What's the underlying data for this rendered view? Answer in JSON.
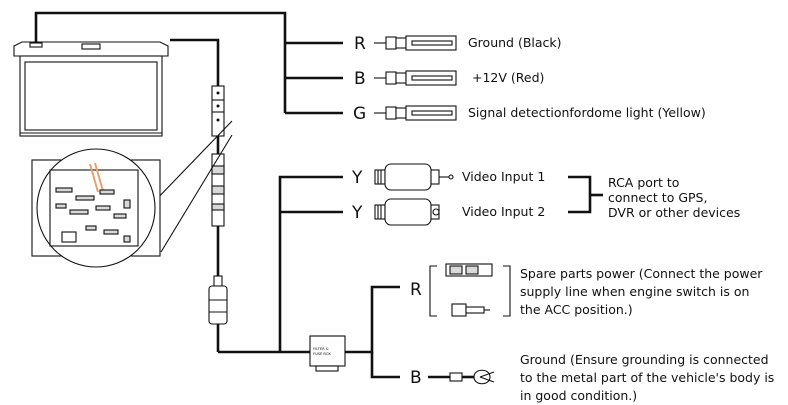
{
  "wires": [
    {
      "letter": "R",
      "label": "Ground (Black)"
    },
    {
      "letter": "B",
      "label": "+12V   (Red)"
    },
    {
      "letter": "G",
      "label": "Signal detectionfordome light (Yellow)"
    }
  ],
  "video": [
    {
      "letter": "Y",
      "label": "Video Input 1"
    },
    {
      "letter": "Y",
      "label": "Video Input 2"
    }
  ],
  "rca_note": [
    "RCA port to",
    "connect to GPS,",
    "DVR or other devices"
  ],
  "power_box": {
    "letter": "R",
    "lines": [
      "Spare parts power (Connect the power",
      "supply line when engine switch is on",
      "the ACC position.)"
    ]
  },
  "ground_box": {
    "letter": "B",
    "lines": [
      "Ground (Ensure grounding is connected",
      "to the metal part of the vehicle's body is",
      "in good condition.)"
    ]
  },
  "filter_label": [
    "FILTER &",
    "FUSE BOX"
  ]
}
